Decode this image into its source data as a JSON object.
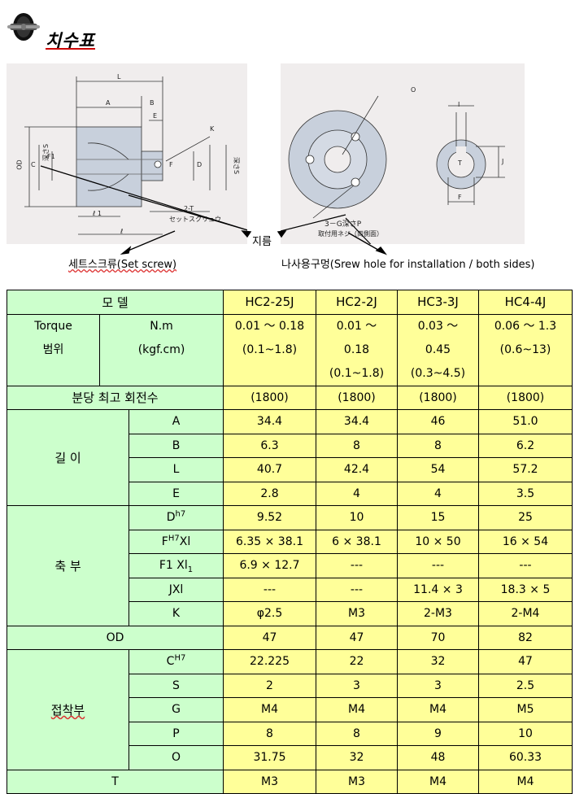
{
  "page": {
    "title": "치수표",
    "caption_left": "세트스크류(Set screw)",
    "caption_right": "나사용구멍(Srew hole for installation / both sides)",
    "label_center": "지름"
  },
  "drawing_left": {
    "labels": [
      "L",
      "A",
      "B",
      "E",
      "K",
      "OD",
      "C",
      "深さS",
      "F1",
      "D",
      "F",
      "深さS",
      "2-T",
      "セットスクリュウ",
      "ℓ 1",
      "ℓ"
    ]
  },
  "drawing_right": {
    "labels": [
      "O",
      "I",
      "J",
      "F",
      "T",
      "3－G深さP",
      "取付用ネジ（両側面）"
    ]
  },
  "table": {
    "header": {
      "model_label": "모 델",
      "models": [
        "HC2-25J",
        "HC2-2J",
        "HC3-3J",
        "HC4-4J"
      ]
    },
    "torque": {
      "label_line1": "Torque",
      "label_line2": "범위",
      "unit_line1": "N.m",
      "unit_line2": "(kgf.cm)",
      "values": [
        [
          "0.01 ～ 0.18",
          "(0.1~1.8)"
        ],
        [
          "0.01 ～",
          "0.18",
          "(0.1~1.8)"
        ],
        [
          "0.03 ～",
          "0.45",
          "(0.3~4.5)"
        ],
        [
          "0.06 ～ 1.3",
          "(0.6~13)"
        ]
      ]
    },
    "rpm": {
      "label": "분당 최고 회전수",
      "values": [
        "(1800)",
        "(1800)",
        "(1800)",
        "(1800)"
      ]
    },
    "length": {
      "group": "길 이",
      "rows": [
        {
          "param": "A",
          "values": [
            "34.4",
            "34.4",
            "46",
            "51.0"
          ]
        },
        {
          "param": "B",
          "values": [
            "6.3",
            "8",
            "8",
            "6.2"
          ]
        },
        {
          "param": "L",
          "values": [
            "40.7",
            "42.4",
            "54",
            "57.2"
          ]
        },
        {
          "param": "E",
          "values": [
            "2.8",
            "4",
            "4",
            "3.5"
          ]
        }
      ]
    },
    "shaft": {
      "group": "축 부",
      "rows": [
        {
          "param": "D",
          "sup": "h7",
          "values": [
            "9.52",
            "10",
            "15",
            "25"
          ]
        },
        {
          "param": "F",
          "sup": "H7",
          "suffix": "Xl",
          "values": [
            "6.35 × 38.1",
            "6 × 38.1",
            "10 × 50",
            "16 × 54"
          ]
        },
        {
          "param": "F1 Xl",
          "sub": "1",
          "values": [
            "6.9 × 12.7",
            "---",
            "---",
            "---"
          ]
        },
        {
          "param": "JXl",
          "values": [
            "---",
            "---",
            "11.4 × 3",
            "18.3 × 5"
          ]
        },
        {
          "param": "K",
          "values": [
            "φ2.5",
            "M3",
            "2-M3",
            "2-M4"
          ]
        }
      ]
    },
    "od": {
      "label": "OD",
      "values": [
        "47",
        "47",
        "70",
        "82"
      ]
    },
    "bond": {
      "group": "접착부",
      "rows": [
        {
          "param": "C",
          "sup": "H7",
          "values": [
            "22.225",
            "22",
            "32",
            "47"
          ]
        },
        {
          "param": "S",
          "values": [
            "2",
            "3",
            "3",
            "2.5"
          ]
        },
        {
          "param": "G",
          "values": [
            "M4",
            "M4",
            "M4",
            "M5"
          ]
        },
        {
          "param": "P",
          "values": [
            "8",
            "8",
            "9",
            "10"
          ]
        },
        {
          "param": "O",
          "values": [
            "31.75",
            "32",
            "48",
            "60.33"
          ]
        }
      ]
    },
    "t": {
      "label": "T",
      "values": [
        "M3",
        "M3",
        "M4",
        "M4"
      ]
    }
  },
  "colors": {
    "label_bg": "#ccffcc",
    "value_bg": "#ffff99",
    "drawing_bg": "#f0eded"
  }
}
